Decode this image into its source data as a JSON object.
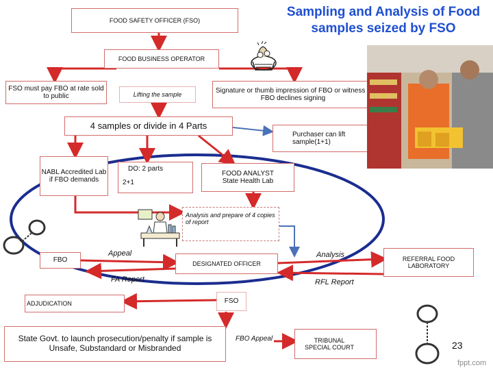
{
  "title": "Sampling and Analysis of Food samples seized by FSO",
  "nodes": {
    "fso_officer": "FOOD SAFETY OFFICER (FSO)",
    "fbo": "FOOD BUSINESS OPERATOR",
    "fso_must_pay": "FSO must pay FBO at rate sold to public",
    "lifting": "Lifting  the sample",
    "signature": "Signature or thumb impression of FBO or witness if FBO declines signing",
    "four_samples": "4 samples or divide in 4 Parts",
    "purchaser": "Purchaser can lift sample(1+1)",
    "nabl": "NABL Accredited Lab if FBO demands",
    "do_parts": "DO: 2 parts",
    "do_plus": "2+1",
    "food_analyst_line1": "FOOD ANALYST",
    "food_analyst_line2": "State Health Lab",
    "analysis_report": "Analysis  and prepare of 4 copies of report",
    "fbo_small": "FBO",
    "appeal": "Appeal",
    "designated_officer": "DESIGNATED OFFICER",
    "analysis": "Analysis",
    "referral_lab": "REFERRAL FOOD LABORATORY",
    "fa_report": "FA Report",
    "rfl_report": "RFL Report",
    "fso": "FSO",
    "adjudication": "ADJUDICATION",
    "state_govt": "State Govt. to launch prosecution/penalty if sample is Unsafe, Substandard or Misbranded",
    "fbo_appeal": "FBO Appeal",
    "tribunal": "TRIBUNAL SPECIAL COURT"
  },
  "page_number": "23",
  "watermark": "fppt.com",
  "colors": {
    "title": "#1f4fd1",
    "box_border": "#d36b6b",
    "arrow_red": "#d42a2a",
    "arrow_blue": "#4a72b8",
    "ellipse": "#1a2d8f",
    "dashed": "#c77a7a"
  },
  "icons": [
    "handcuffs-icon",
    "food-basket-icon",
    "lab-worker-icon",
    "shopping-photo"
  ]
}
